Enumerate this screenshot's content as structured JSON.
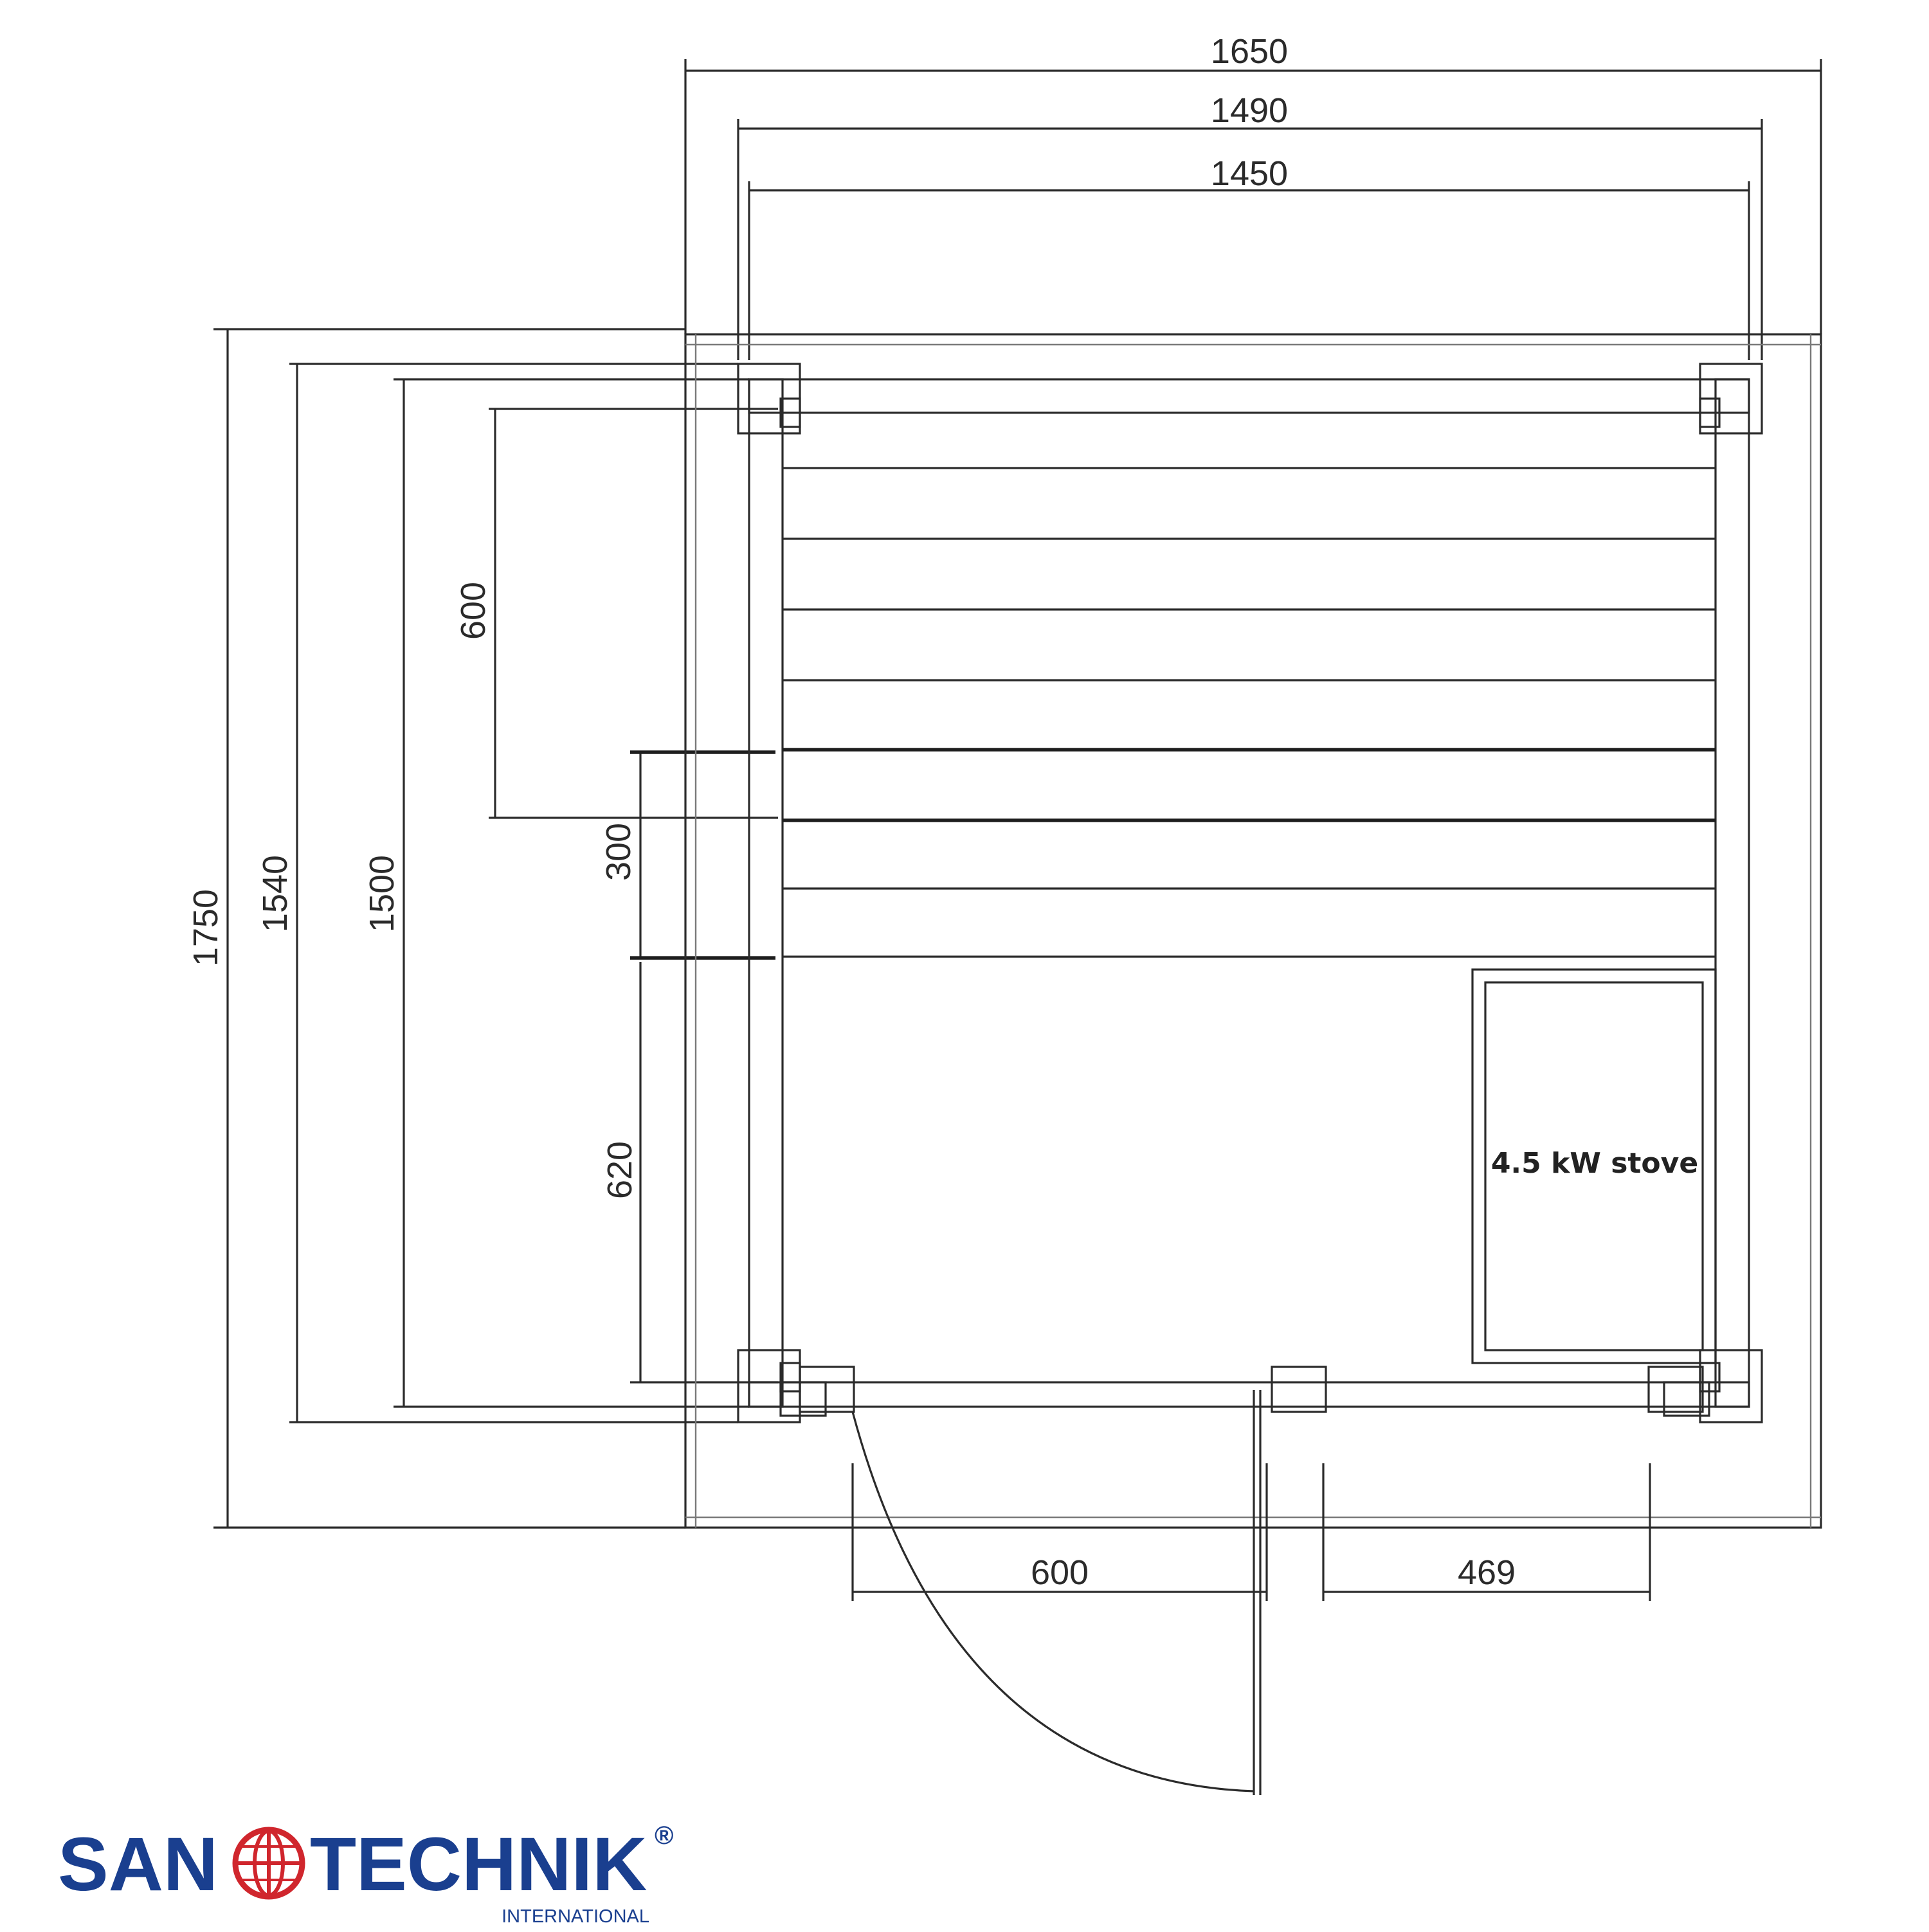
{
  "dimensions": {
    "outer_width": "1650",
    "frame_width": "1490",
    "inner_width": "1450",
    "outer_depth": "1750",
    "frame_depth": "1540",
    "inner_depth": "1500",
    "upper_bench": "600",
    "lower_bench": "300",
    "floor_gap": "620",
    "door_opening": "600",
    "side_panel": "469"
  },
  "stove": {
    "label": "4.5 kW stove"
  },
  "logo": {
    "brand_left": "SAN",
    "brand_right": "TECHNIK",
    "registered": "®",
    "subtitle": "INTERNATIONAL",
    "colors": {
      "blue": "#1a3f8f",
      "red": "#d0262d"
    }
  }
}
